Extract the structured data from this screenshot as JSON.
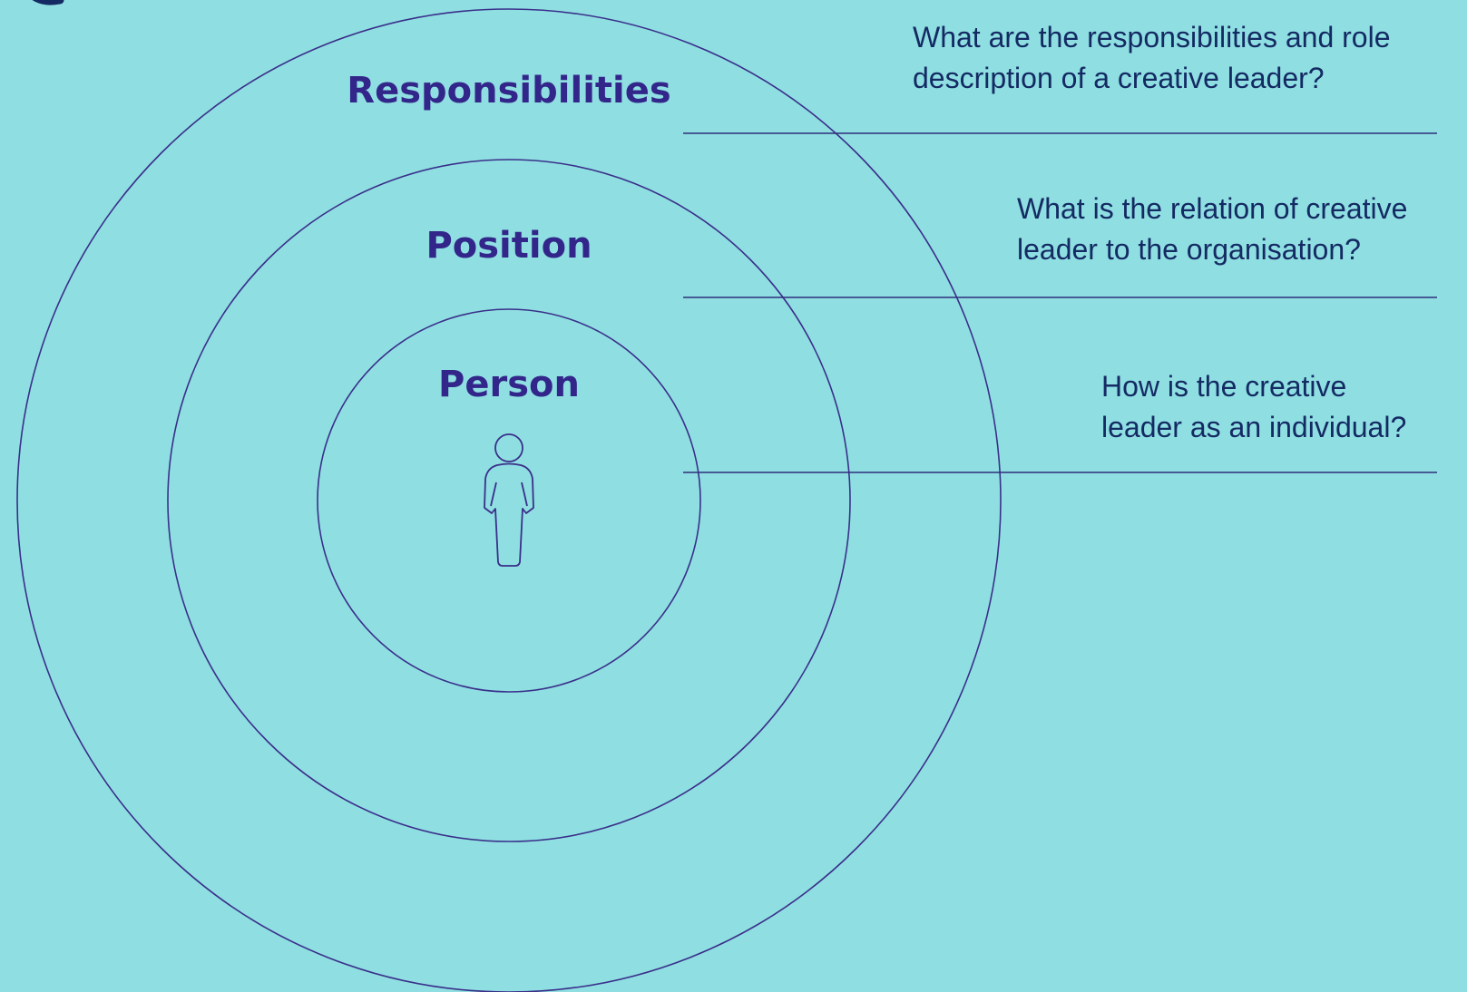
{
  "rings": [
    {
      "label": "Responsibilities"
    },
    {
      "label": "Position"
    },
    {
      "label": "Person"
    }
  ],
  "questions": [
    {
      "lines": [
        "What are the responsibilities and role",
        "description of a creative leader?"
      ]
    },
    {
      "lines": [
        "What is the relation of creative",
        "leader to the organisation?"
      ]
    },
    {
      "lines": [
        "How is the creative",
        "leader as an individual?"
      ]
    }
  ],
  "icons": {
    "center": "person-icon",
    "corner": "partial-logo-mark"
  },
  "colors": {
    "background": "#8fdfe2",
    "ring_stroke": "#3a2f8a",
    "label_text": "#33268a",
    "question_text": "#142a63",
    "rule_line": "#2e2f7a"
  }
}
